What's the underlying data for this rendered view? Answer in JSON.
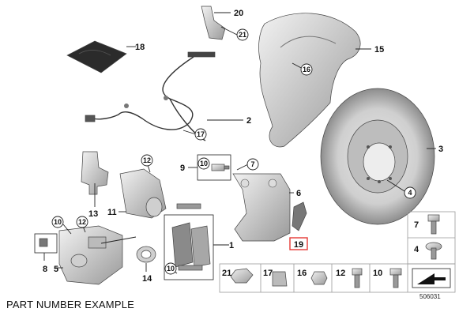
{
  "caption": "PART NUMBER EXAMPLE",
  "diagram_ref": "506031",
  "highlight_color": "#e53935",
  "labels": {
    "l1": "1",
    "l2": "2",
    "l3": "3",
    "l4": "4",
    "l5": "5",
    "l6": "6",
    "l7": "7",
    "l8": "8",
    "l9": "9",
    "l10": "10",
    "l11": "11",
    "l12": "12",
    "l13": "13",
    "l14": "14",
    "l15": "15",
    "l16": "16",
    "l17": "17",
    "l18": "18",
    "l19": "19",
    "l20": "20",
    "l21": "21"
  },
  "fastener_table": {
    "right": [
      "7",
      "4"
    ],
    "bottom": [
      "21",
      "17",
      "16",
      "12",
      "10"
    ]
  }
}
